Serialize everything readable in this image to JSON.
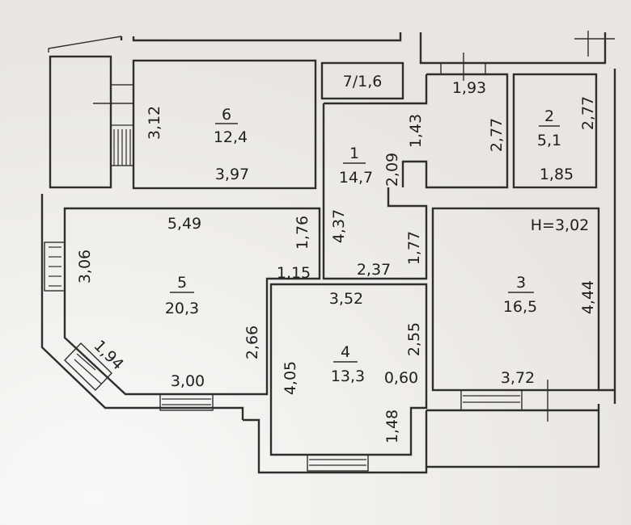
{
  "rooms": [
    {
      "number": "6",
      "area": "12,4"
    },
    {
      "label": "7/1,6"
    },
    {
      "number": "1",
      "area": "14,7"
    },
    {
      "number": "2",
      "area": "5,1"
    },
    {
      "number": "5",
      "area": "20,3"
    },
    {
      "number": "4",
      "area": "13,3"
    },
    {
      "number": "3",
      "area": "16,5"
    }
  ],
  "ceiling_height": "H=3,02",
  "dimensions": {
    "r6_height": "3,12",
    "r6_width": "3,97",
    "bath_width": "1,93",
    "corr_1_43": "1,43",
    "corr_2_77": "2,77",
    "r2_height": "2,77",
    "r2_width": "1,85",
    "r1_2_09": "2,09",
    "r1_4_37": "4,37",
    "r1_1_76": "1,76",
    "r1_1_77": "1,77",
    "r1_1_15": "1,15",
    "r1_2_37": "2,37",
    "r5_width": "5,49",
    "r5_3_06": "3,06",
    "r5_1_94": "1,94",
    "r5_3_00": "3,00",
    "r5_2_66": "2,66",
    "r4_width": "3,52",
    "r4_2_55": "2,55",
    "r4_4_05": "4,05",
    "r4_0_60": "0,60",
    "r4_1_48": "1,48",
    "r3_height": "4,44",
    "r3_width": "3,72"
  }
}
